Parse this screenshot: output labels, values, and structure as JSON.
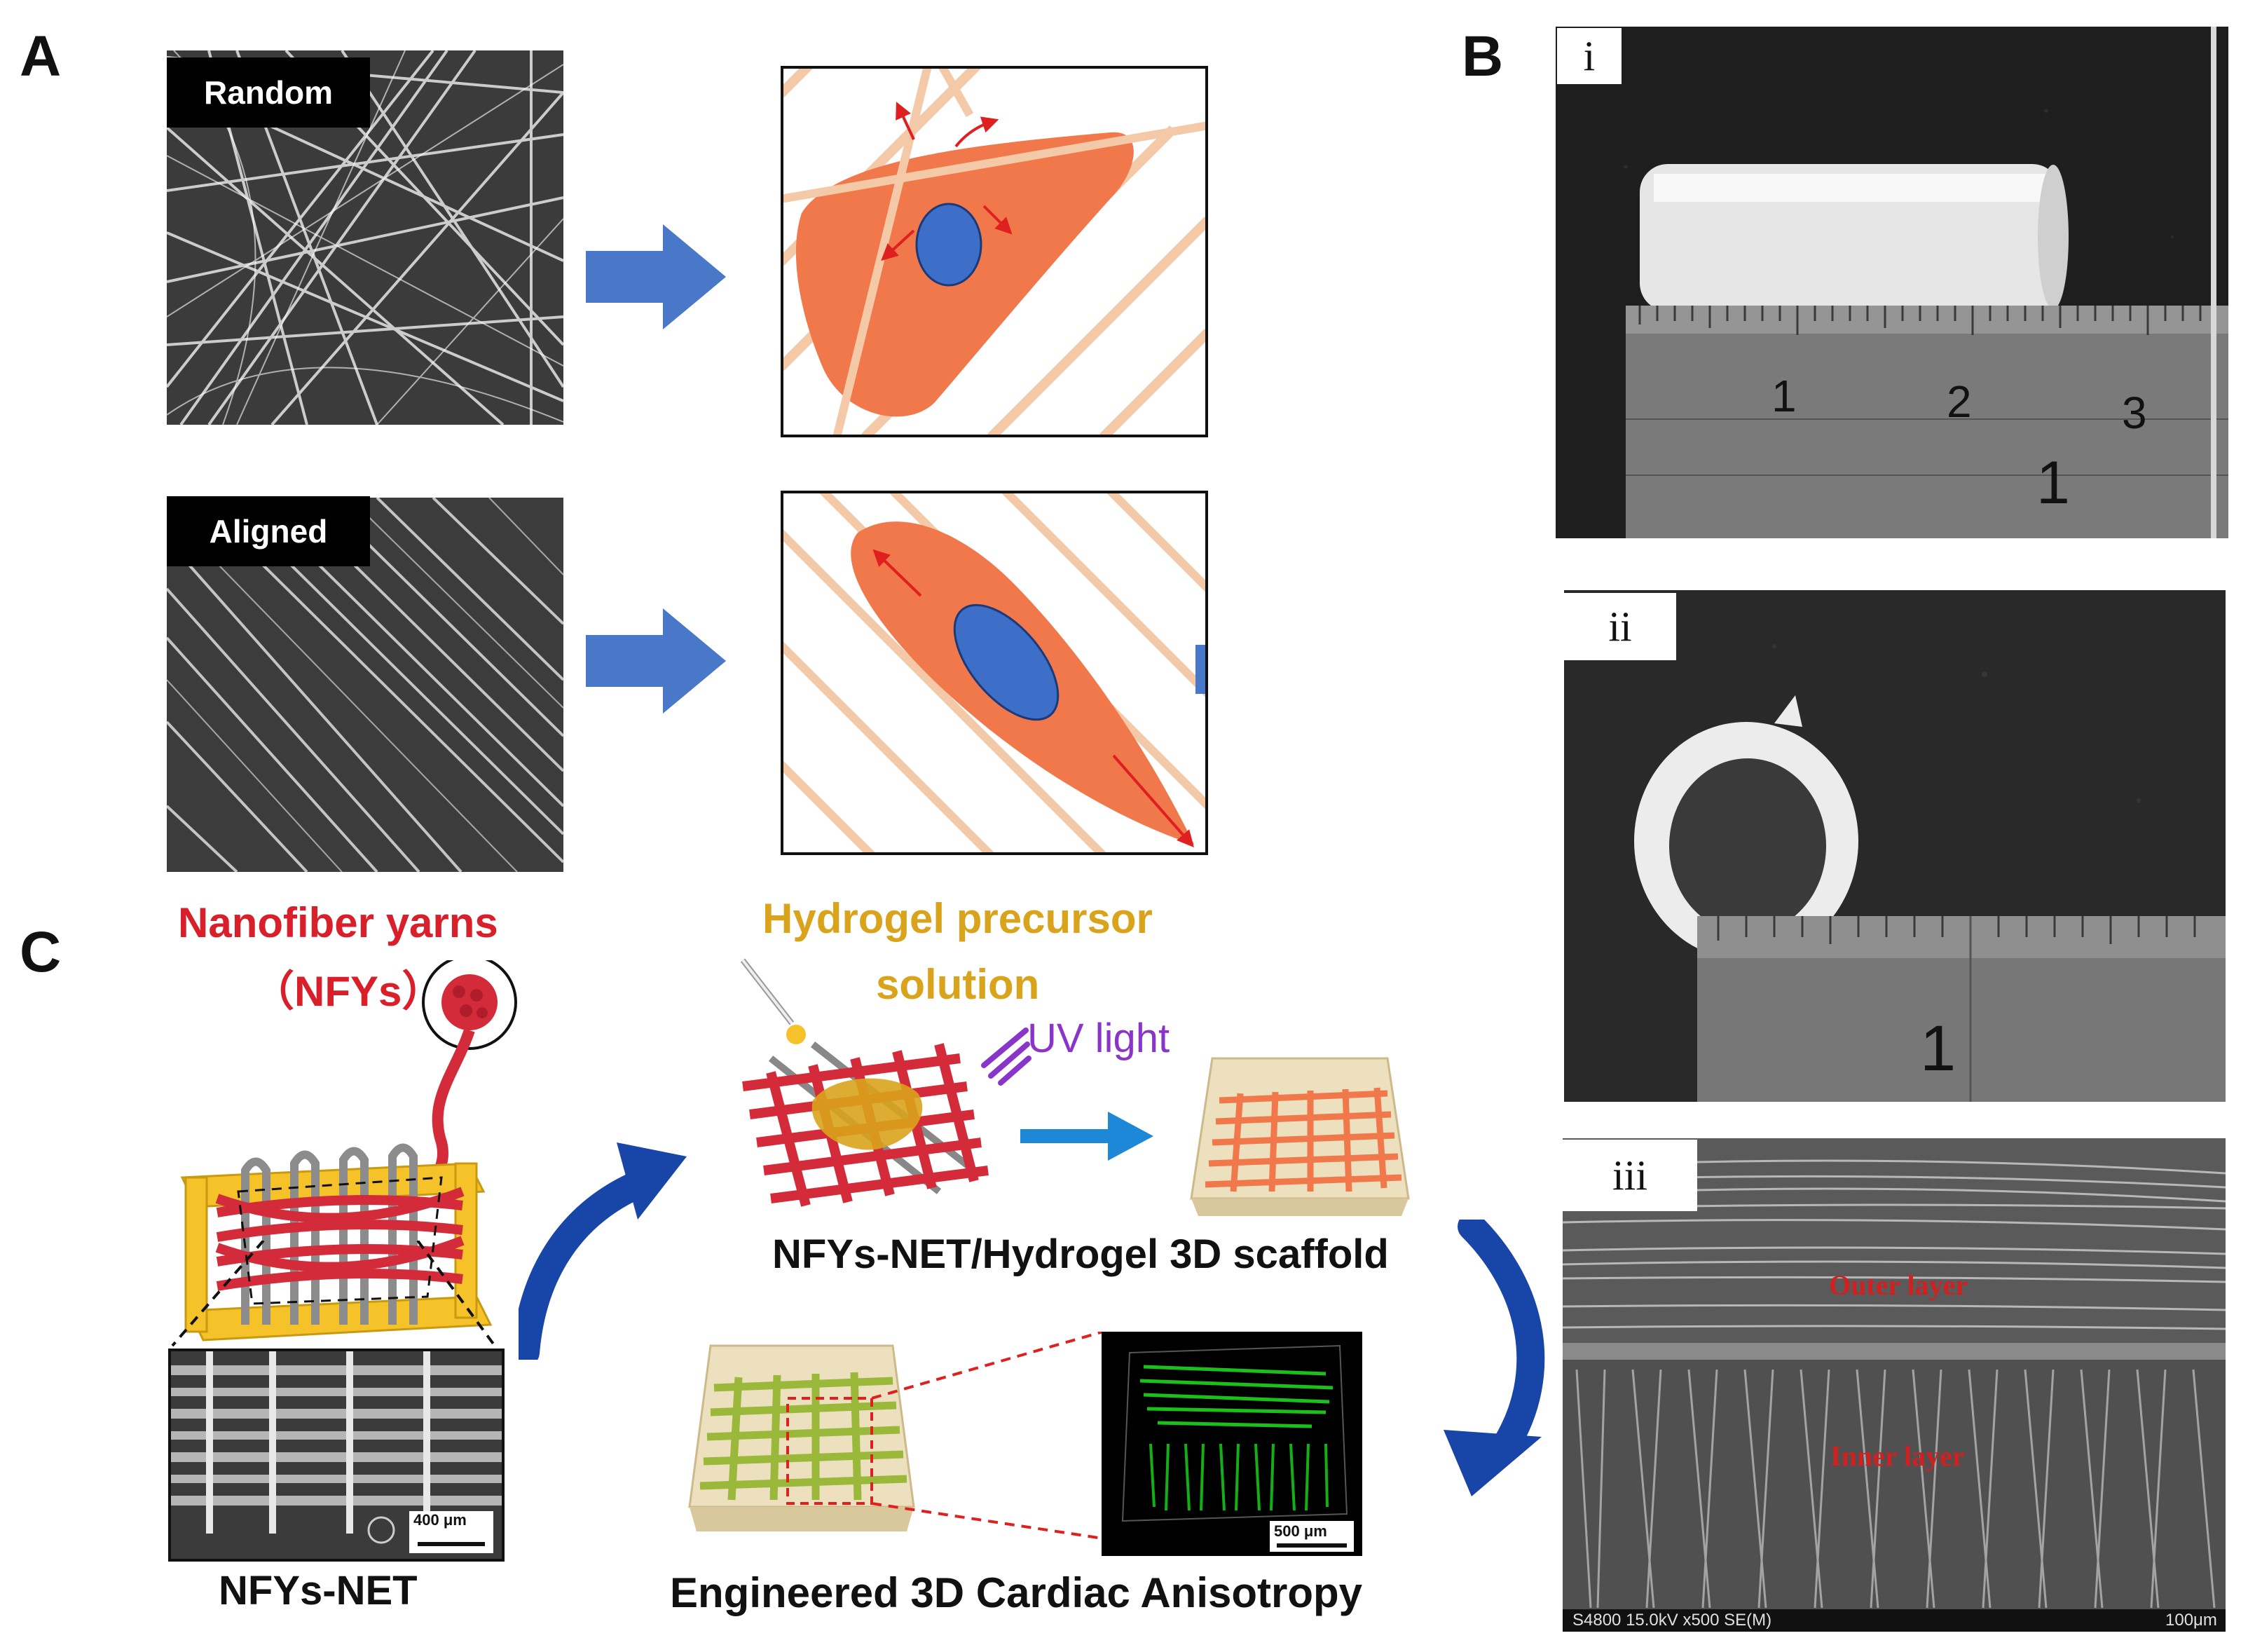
{
  "panels": {
    "A": {
      "letter": "A",
      "random_label": "Random",
      "aligned_label": "Aligned"
    },
    "B": {
      "letter": "B",
      "sub_i": "i",
      "sub_ii": "ii",
      "sub_iii": "iii",
      "ruler_top": [
        "1",
        "2",
        "3"
      ],
      "ruler_bottom": "1",
      "ruler_ii": "1",
      "outer_layer": "Outer layer",
      "inner_layer": "Inner layer",
      "sem_info": "S4800 15.0kV x500 SE(M)",
      "sem_scale": "100μm"
    },
    "C": {
      "letter": "C",
      "nfy_title_line1": "Nanofiber yarns",
      "nfy_title_line2": "（NFYs）",
      "hydrogel_line1": "Hydrogel precursor",
      "hydrogel_line2": "solution",
      "uv_label": "UV light",
      "scaffold_caption": "NFYs-NET/Hydrogel 3D scaffold",
      "net_caption": "NFYs-NET",
      "cardiac_caption": "Engineered 3D Cardiac Anisotropy",
      "scale_400": "400 μm",
      "scale_500": "500 μm"
    }
  },
  "colors": {
    "cell": "#f0784a",
    "nucleus": "#3d6fc9",
    "fiber": "#f3c9a8",
    "arrow_blue": "#4a78c8",
    "force_arrow": "#e02020",
    "yarn_red": "#d42b3a",
    "frame_yellow": "#f5c22a",
    "hydrogel_text": "#d9a31c",
    "uv_text": "#8a35c9",
    "nfy_text": "#d81f2a",
    "curve_arrow": "#1846a8",
    "green_tissue": "#9ab83a"
  }
}
